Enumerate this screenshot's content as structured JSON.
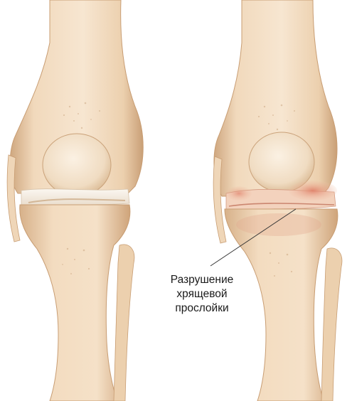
{
  "figure": {
    "left_knee": "healthy-knee",
    "right_knee": "damaged-knee",
    "callout": {
      "lines": [
        "Разрушение",
        "хрящевой",
        "прослойки"
      ]
    },
    "colors": {
      "bone": "#f2dbbf",
      "bone_shadow": "#d9b48e",
      "cartilage": "#f7f1e8",
      "damage": "#d9826b",
      "leader": "#333333"
    }
  }
}
